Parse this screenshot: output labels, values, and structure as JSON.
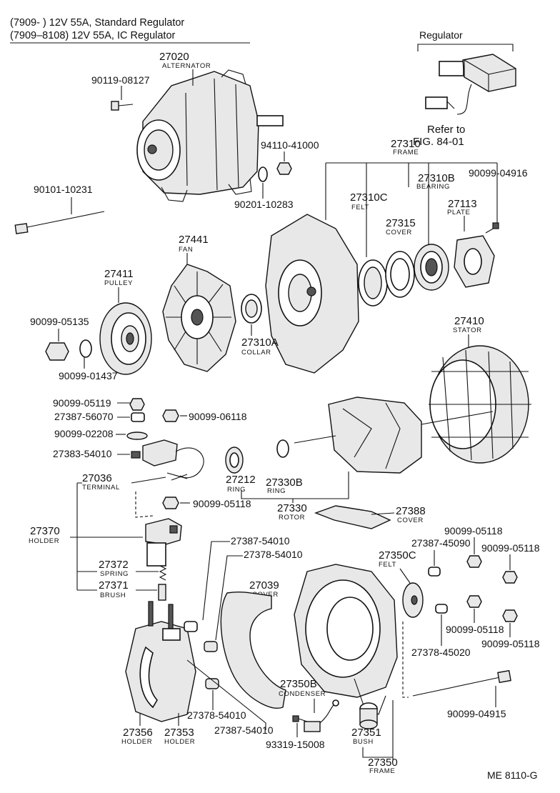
{
  "header": {
    "line1": "(7909-        ) 12V 55A, Standard Regulator",
    "line2": "(7909–8108) 12V 55A, IC Regulator"
  },
  "regulator": {
    "label": "Regulator",
    "refer_line1": "Refer to",
    "refer_line2": "FIG. 84-01"
  },
  "parts": [
    {
      "number": "27020",
      "name": "ALTERNATOR"
    },
    {
      "number": "90119-08127"
    },
    {
      "number": "94110-41000"
    },
    {
      "number": "90201-10283"
    },
    {
      "number": "90101-10231"
    },
    {
      "number": "27310",
      "name": "FRAME"
    },
    {
      "number": "27310C",
      "name": "FELT"
    },
    {
      "number": "27315",
      "name": "COVER"
    },
    {
      "number": "27310B",
      "name": "BEARING"
    },
    {
      "number": "27113",
      "name": "PLATE"
    },
    {
      "number": "90099-04916"
    },
    {
      "number": "27441",
      "name": "FAN"
    },
    {
      "number": "27411",
      "name": "PULLEY"
    },
    {
      "number": "27310A",
      "name": "COLLAR"
    },
    {
      "number": "90099-05135"
    },
    {
      "number": "90099-01437"
    },
    {
      "number": "27410",
      "name": "STATOR"
    },
    {
      "number": "90099-05119"
    },
    {
      "number": "27387-56070"
    },
    {
      "number": "90099-06118"
    },
    {
      "number": "90099-02208"
    },
    {
      "number": "27383-54010"
    },
    {
      "number": "27036",
      "name": "TERMINAL"
    },
    {
      "number": "27212",
      "name": "RING"
    },
    {
      "number": "27330B",
      "name": "RING"
    },
    {
      "number": "27330",
      "name": "ROTOR"
    },
    {
      "number": "90099-05118"
    },
    {
      "number": "27370",
      "name": "HOLDER"
    },
    {
      "number": "27388",
      "name": "COVER"
    },
    {
      "number": "27387-54010"
    },
    {
      "number": "27378-54010"
    },
    {
      "number": "27387-45090"
    },
    {
      "number": "90099-05118"
    },
    {
      "number": "90099-05118"
    },
    {
      "number": "27372",
      "name": "SPRING"
    },
    {
      "number": "27350C",
      "name": "FELT"
    },
    {
      "number": "27371",
      "name": "BRUSH"
    },
    {
      "number": "27039",
      "name": "COVER"
    },
    {
      "number": "90099-05118"
    },
    {
      "number": "27378-45020"
    },
    {
      "number": "90099-05118"
    },
    {
      "number": "27350B",
      "name": "CONDENSER"
    },
    {
      "number": "90099-04915"
    },
    {
      "number": "27378-54010"
    },
    {
      "number": "27387-54010"
    },
    {
      "number": "27356",
      "name": "HOLDER"
    },
    {
      "number": "27353",
      "name": "HOLDER"
    },
    {
      "number": "93319-15008"
    },
    {
      "number": "27351",
      "name": "BUSH"
    },
    {
      "number": "27350",
      "name": "FRAME"
    }
  ],
  "figure_code": "ME  8110-G"
}
